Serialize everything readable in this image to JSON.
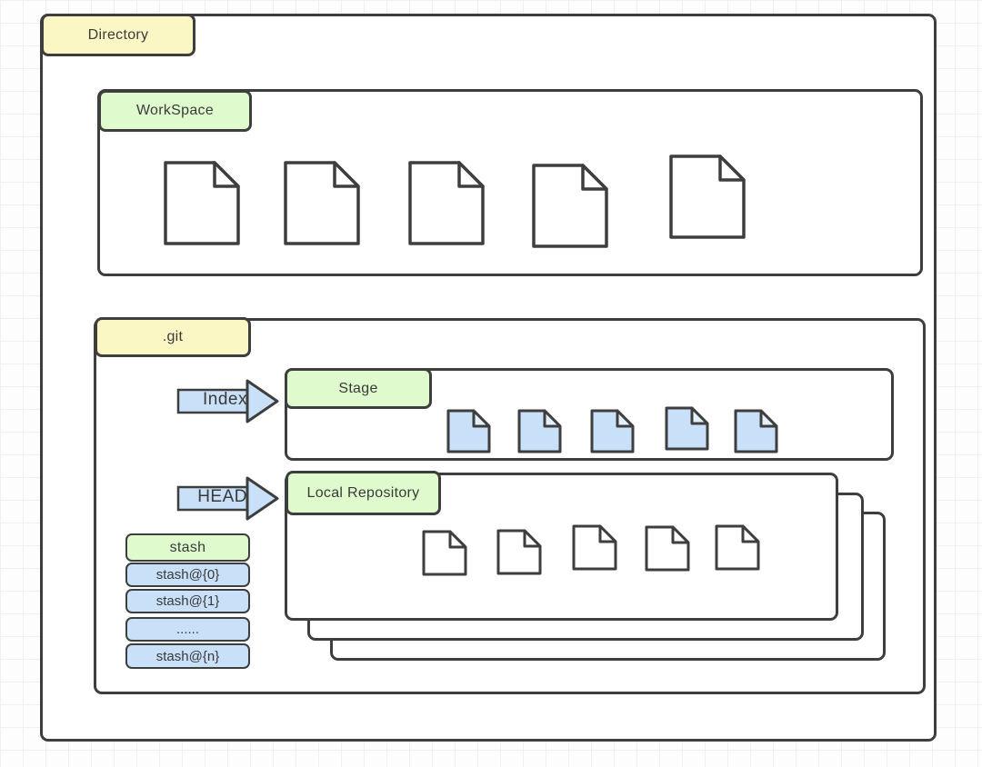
{
  "diagram": {
    "directory": {
      "label": "Directory"
    },
    "workspace": {
      "label": "WorkSpace",
      "file_count": 5
    },
    "git": {
      "label": ".git",
      "index_arrow": {
        "label": "Index"
      },
      "head_arrow": {
        "label": "HEAD"
      },
      "stage": {
        "label": "Stage",
        "file_count": 5
      },
      "local_repository": {
        "label": "Local Repository",
        "file_count": 5,
        "stack_layers": 3
      },
      "stash": {
        "header": "stash",
        "rows": [
          "stash@{0}",
          "stash@{1}",
          "......",
          "stash@{n}"
        ]
      }
    },
    "colors": {
      "label_yellow": "#FBF7C4",
      "label_green": "#DFFBCE",
      "shape_blue": "#C8E0F8",
      "shape_blue_light": "#E4F0FC",
      "outline": "#3E3E3E",
      "text": "#3A3A3A",
      "grid_line": "#F0F0F0"
    }
  }
}
